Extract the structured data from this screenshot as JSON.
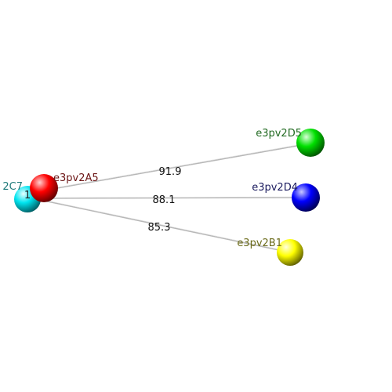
{
  "nodes": [
    {
      "id": "c7",
      "label": "2C7",
      "color": "#00e5f0",
      "label_color": "#1f7a7a"
    },
    {
      "id": "a5",
      "label": "e3pv2A5",
      "color": "#ff0000",
      "label_color": "#6b1414"
    },
    {
      "id": "d5",
      "label": "e3pv2D5",
      "color": "#00e000",
      "label_color": "#236b23"
    },
    {
      "id": "d4",
      "label": "e3pv2D4",
      "color": "#0000ff",
      "label_color": "#1a1a5e"
    },
    {
      "id": "b1",
      "label": "e3pv2B1",
      "color": "#ffff00",
      "label_color": "#6b6b1a"
    }
  ],
  "fragment_label": "1",
  "edges": [
    {
      "id": "a5-d5",
      "label": "91.9"
    },
    {
      "id": "a5-d4",
      "label": "88.1"
    },
    {
      "id": "a5-b1",
      "label": "85.3"
    }
  ]
}
